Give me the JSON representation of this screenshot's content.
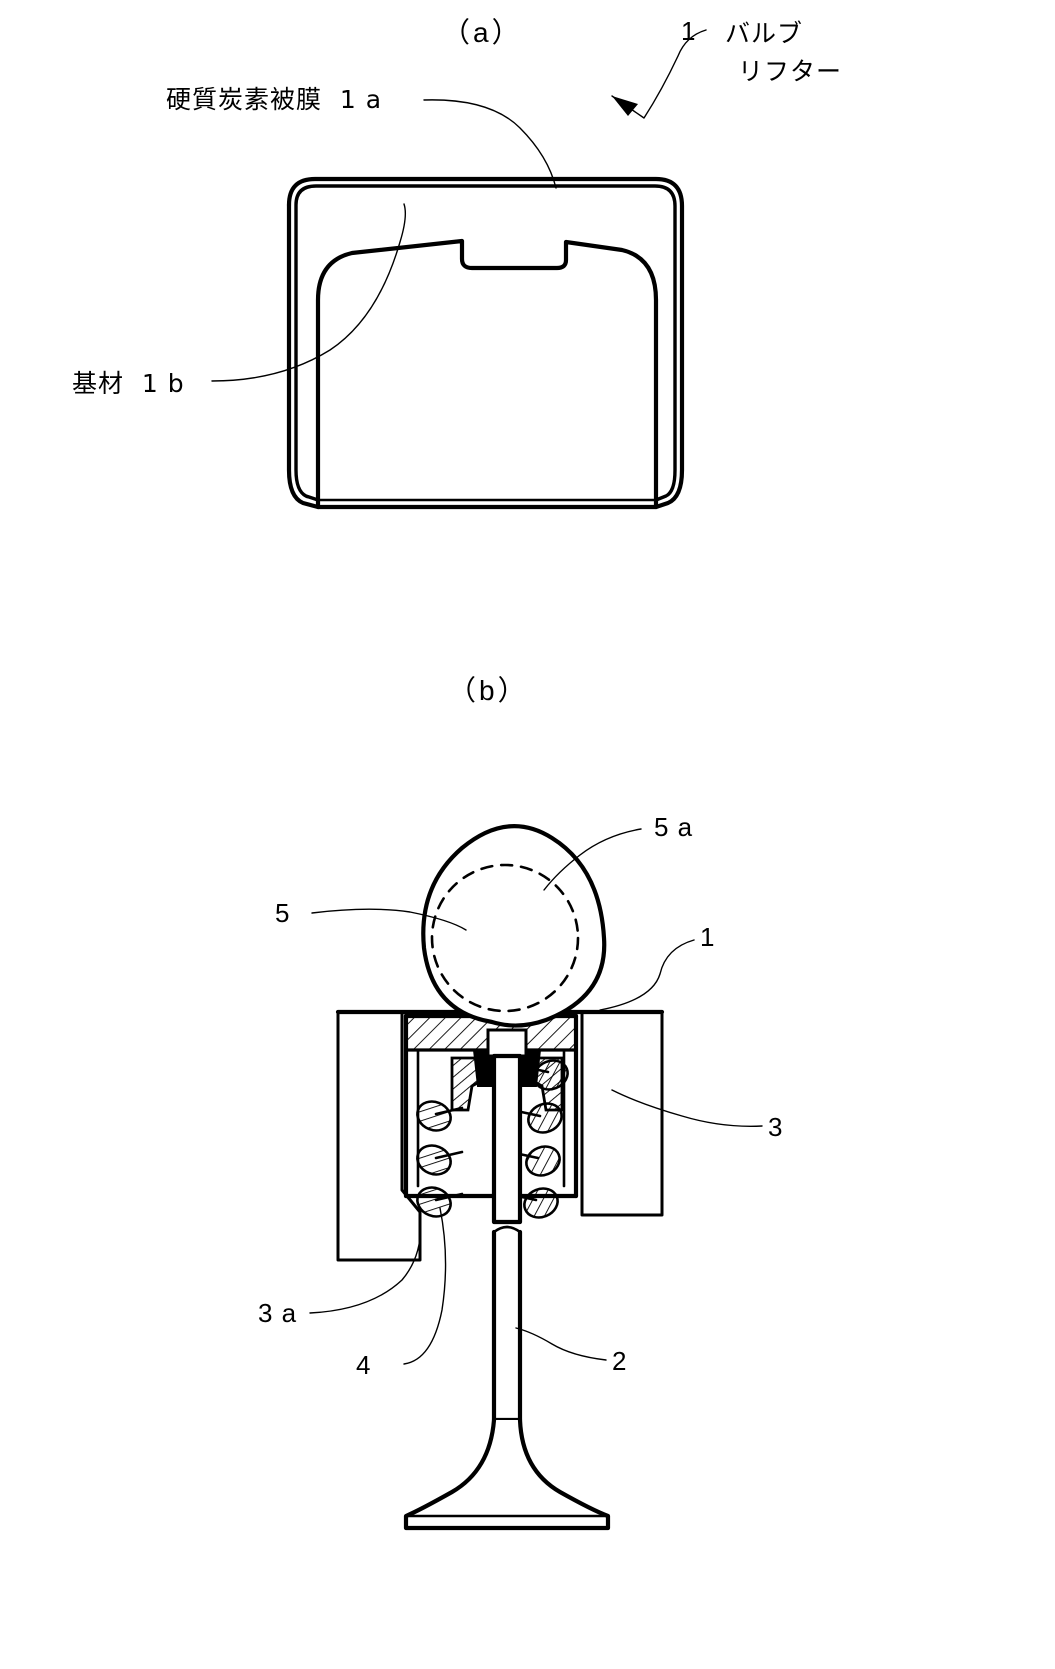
{
  "document": {
    "type": "patent-drawing",
    "language": "ja",
    "background_color": "#ffffff",
    "line_color": "#000000"
  },
  "figures": [
    {
      "id": "fig-a",
      "caption": "（a）",
      "description": "valve-lifter-cross-section"
    },
    {
      "id": "fig-b",
      "caption": "（b）",
      "description": "valve-train-assembly-cross-section"
    }
  ],
  "fig_a": {
    "caption": "（a）",
    "labels": {
      "coating": {
        "text": "硬質炭素被膜  1 a",
        "ref": "1a",
        "meaning": "hard-carbon-coating"
      },
      "substrate": {
        "text": "基材  1 b",
        "ref": "1b",
        "meaning": "base-material"
      },
      "part_number": {
        "text": "1",
        "ref": "1"
      },
      "part_name_line1": {
        "text": "バルブ",
        "meaning": "valve"
      },
      "part_name_line2": {
        "text": "リフター",
        "meaning": "lifter"
      }
    }
  },
  "fig_b": {
    "caption": "（b）",
    "labels": {
      "cam_nose": {
        "text": "5 a",
        "ref": "5a",
        "meaning": "cam-lobe-surface"
      },
      "cam": {
        "text": "5",
        "ref": "5",
        "meaning": "cam"
      },
      "lifter": {
        "text": "1",
        "ref": "1",
        "meaning": "valve-lifter"
      },
      "cylinder_head": {
        "text": "3",
        "ref": "3",
        "meaning": "cylinder-head"
      },
      "lifter_bore": {
        "text": "3 a",
        "ref": "3a",
        "meaning": "lifter-bore"
      },
      "valve_spring": {
        "text": "4",
        "ref": "4",
        "meaning": "valve-spring"
      },
      "valve": {
        "text": "2",
        "ref": "2",
        "meaning": "valve"
      }
    }
  }
}
